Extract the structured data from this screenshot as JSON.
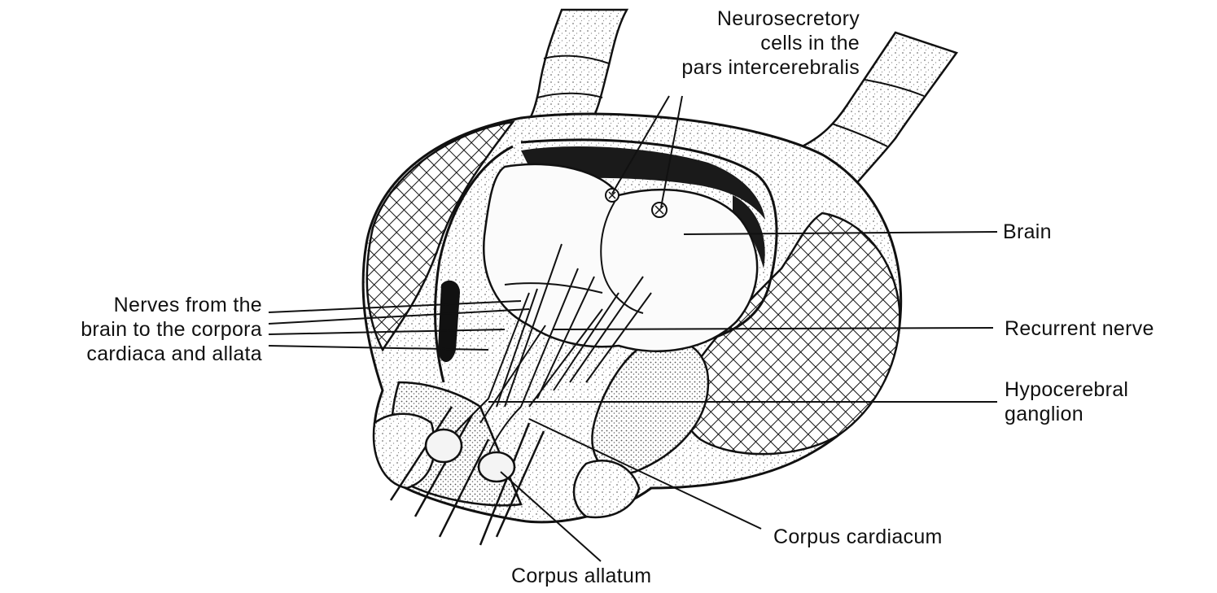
{
  "labels": {
    "neurosecretory": [
      "Neurosecretory",
      "cells in the",
      "pars intercerebralis"
    ],
    "brain": "Brain",
    "nerves_from_brain": [
      "Nerves from the",
      "brain to the corpora",
      "cardiaca and allata"
    ],
    "recurrent_nerve": "Recurrent nerve",
    "hypocerebral_ganglion": [
      "Hypocerebral",
      "ganglion"
    ],
    "corpus_cardiacum": "Corpus cardiacum",
    "corpus_allatum": "Corpus allatum"
  },
  "colors": {
    "ink": "#111111",
    "stipple": "#9a9a9a",
    "paper": "#ffffff"
  }
}
